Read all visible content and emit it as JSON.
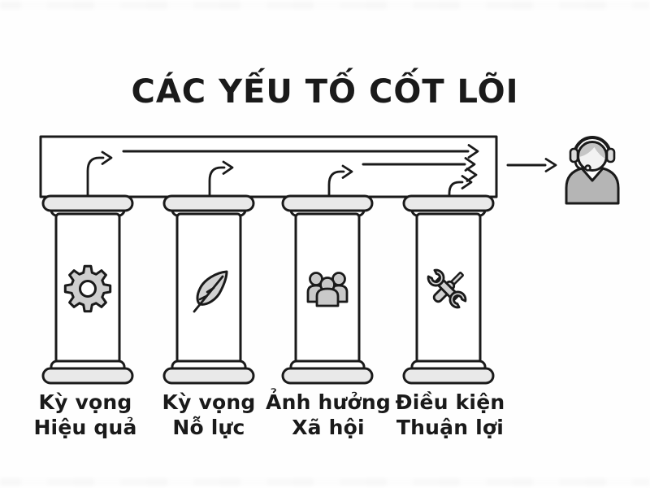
{
  "title": "CÁC YẾU TỐ CỐT LÕI",
  "pillars": [
    {
      "icon": "gear-icon",
      "label": [
        "Kỳ vọng",
        "Hiệu quả"
      ]
    },
    {
      "icon": "feather-icon",
      "label": [
        "Kỳ vọng",
        "Nỗ lực"
      ]
    },
    {
      "icon": "people-icon",
      "label": [
        "Ảnh hưởng",
        "Xã hội"
      ]
    },
    {
      "icon": "tools-icon",
      "label": [
        "Điều kiện",
        "Thuận lợi"
      ]
    }
  ],
  "recipient": {
    "icon": "support-agent-icon"
  },
  "colors": {
    "ink": "#1a1a1a",
    "background": "#fefefe",
    "pillar_fill": "#ffffff",
    "cap_gray": "#e9e9e9",
    "icon_gray": "#cfcfcf",
    "agent_body_gray": "#b5b5b5",
    "agent_hair_gray": "#c5c5c5",
    "agent_face": "#f2f2f2"
  }
}
